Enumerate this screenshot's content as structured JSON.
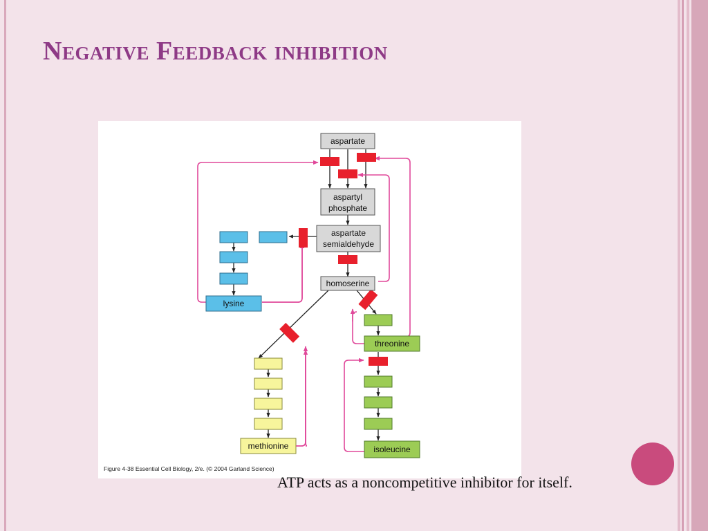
{
  "slide": {
    "title": "Negative Feedback inhibition",
    "caption": "ATP acts as a noncompetitive inhibitor for itself."
  },
  "figure": {
    "credit": "Figure 4-38  Essential Cell Biology, 2/e. (© 2004 Garland Science)",
    "nodes": {
      "aspartate": "aspartate",
      "aspartyl_phosphate_1": "aspartyl",
      "aspartyl_phosphate_2": "phosphate",
      "semialdehyde_1": "aspartate",
      "semialdehyde_2": "semialdehyde",
      "homoserine": "homoserine",
      "lysine": "lysine",
      "threonine": "threonine",
      "methionine": "methionine",
      "isoleucine": "isoleucine"
    }
  },
  "colors": {
    "title": "#8e3a86",
    "background": "#f3e3ea",
    "gray_box": "#d8d8d8",
    "blue_box": "#5bbfe8",
    "green_box": "#9ccc55",
    "yellow_box": "#f7f59c",
    "inhibitor": "#e8202c",
    "feedback_line": "#e0489a",
    "accent_dot": "#c94b7d"
  }
}
